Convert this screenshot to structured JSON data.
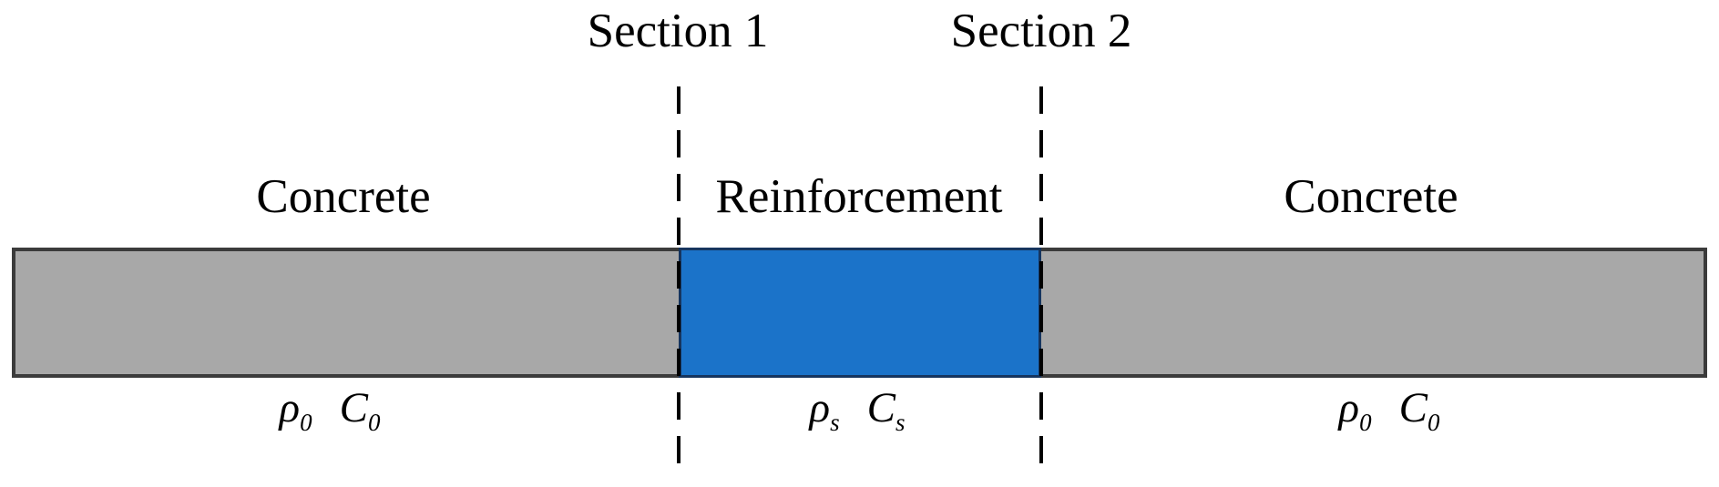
{
  "diagram": {
    "title": "concrete-beam-with-reinforcement-section",
    "sections": [
      {
        "label": "Section 1"
      },
      {
        "label": "Section 2"
      }
    ],
    "regions": [
      {
        "material": "Concrete",
        "density_symbol": "ρ",
        "density_subscript": "0",
        "capacity_symbol": "C",
        "capacity_subscript": "0"
      },
      {
        "material": "Reinforcement",
        "density_symbol": "ρ",
        "density_subscript": "s",
        "capacity_symbol": "C",
        "capacity_subscript": "s"
      },
      {
        "material": "Concrete",
        "density_symbol": "ρ",
        "density_subscript": "0",
        "capacity_symbol": "C",
        "capacity_subscript": "0"
      }
    ],
    "colors": {
      "concrete_fill": "#a8a8a8",
      "concrete_border": "#3b3b3b",
      "reinforcement_fill": "#1b73c9",
      "reinforcement_border": "#16355f",
      "dashed_line": "#000000",
      "text": "#000000",
      "background": "#ffffff"
    }
  }
}
